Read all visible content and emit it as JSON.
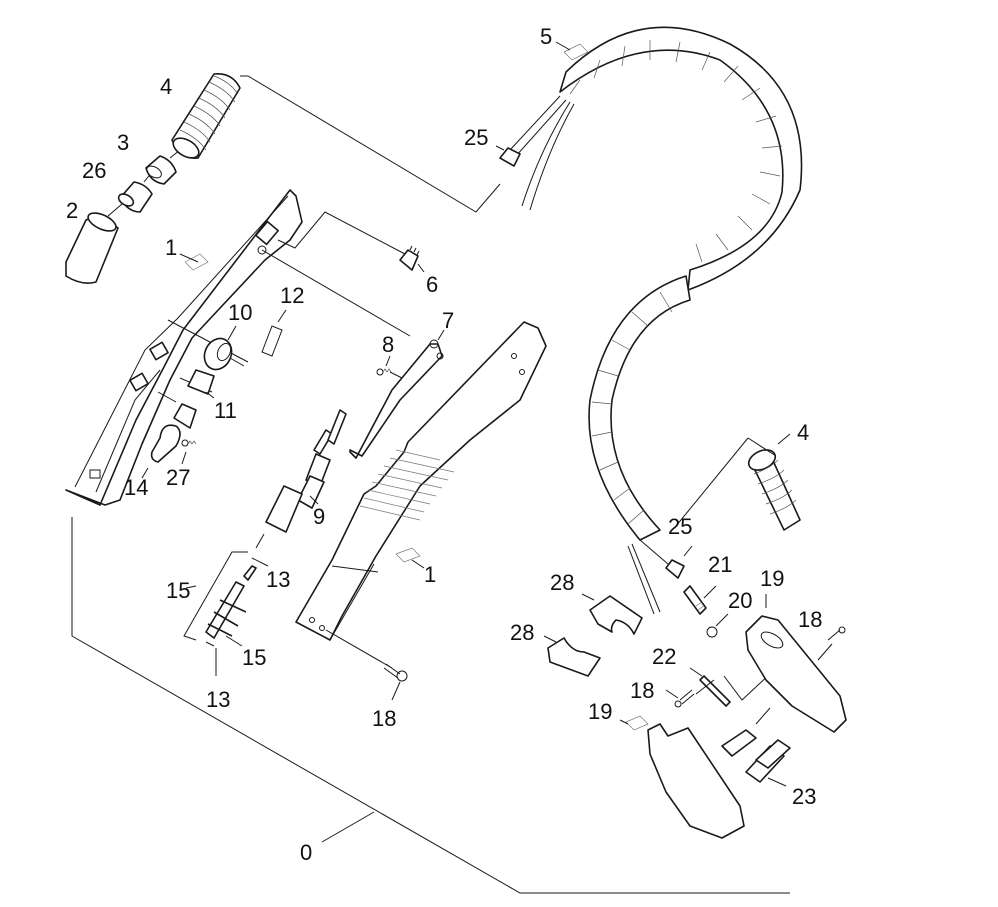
{
  "diagram": {
    "title": "Exploded parts view — steam gun handle and hose",
    "callouts": [
      {
        "id": "c0",
        "label": "0",
        "part": "complete-assembly"
      },
      {
        "id": "c1a",
        "label": "1",
        "part": "handle-half-left"
      },
      {
        "id": "c1b",
        "label": "1",
        "part": "handle-half-right"
      },
      {
        "id": "c2",
        "label": "2",
        "part": "nozzle-tube"
      },
      {
        "id": "c3",
        "label": "3",
        "part": "ring"
      },
      {
        "id": "c4a",
        "label": "4",
        "part": "kink-protection-sleeve-top"
      },
      {
        "id": "c4b",
        "label": "4",
        "part": "kink-protection-sleeve-bottom"
      },
      {
        "id": "c5",
        "label": "5",
        "part": "corrugated-hose"
      },
      {
        "id": "c6",
        "label": "6",
        "part": "switch"
      },
      {
        "id": "c7",
        "label": "7",
        "part": "trigger-lever"
      },
      {
        "id": "c8",
        "label": "8",
        "part": "spring"
      },
      {
        "id": "c9",
        "label": "9",
        "part": "valve-assembly"
      },
      {
        "id": "c10",
        "label": "10",
        "part": "gear-wheel"
      },
      {
        "id": "c11",
        "label": "11",
        "part": "slider"
      },
      {
        "id": "c12",
        "label": "12",
        "part": "contact-clip"
      },
      {
        "id": "c13a",
        "label": "13",
        "part": "valve-insert-top"
      },
      {
        "id": "c13b",
        "label": "13",
        "part": "valve-insert-bottom"
      },
      {
        "id": "c14",
        "label": "14",
        "part": "locking-button"
      },
      {
        "id": "c15a",
        "label": "15",
        "part": "o-ring-upper"
      },
      {
        "id": "c15b",
        "label": "15",
        "part": "o-ring-lower"
      },
      {
        "id": "c18a",
        "label": "18",
        "part": "screw-handle"
      },
      {
        "id": "c18b",
        "label": "18",
        "part": "screw-connector-left"
      },
      {
        "id": "c18c",
        "label": "18",
        "part": "screw-connector-right"
      },
      {
        "id": "c19a",
        "label": "19",
        "part": "connector-housing-right"
      },
      {
        "id": "c19b",
        "label": "19",
        "part": "connector-housing-left"
      },
      {
        "id": "c20",
        "label": "20",
        "part": "o-ring-small"
      },
      {
        "id": "c21",
        "label": "21",
        "part": "hose-nipple"
      },
      {
        "id": "c22",
        "label": "22",
        "part": "pin"
      },
      {
        "id": "c23",
        "label": "23",
        "part": "terminal-block"
      },
      {
        "id": "c25a",
        "label": "25",
        "part": "crimp-sleeve-top"
      },
      {
        "id": "c25b",
        "label": "25",
        "part": "crimp-sleeve-bottom"
      },
      {
        "id": "c26",
        "label": "26",
        "part": "bushing"
      },
      {
        "id": "c27",
        "label": "27",
        "part": "small-spring"
      },
      {
        "id": "c28a",
        "label": "28",
        "part": "clamp-upper"
      },
      {
        "id": "c28b",
        "label": "28",
        "part": "clamp-lower"
      }
    ]
  }
}
